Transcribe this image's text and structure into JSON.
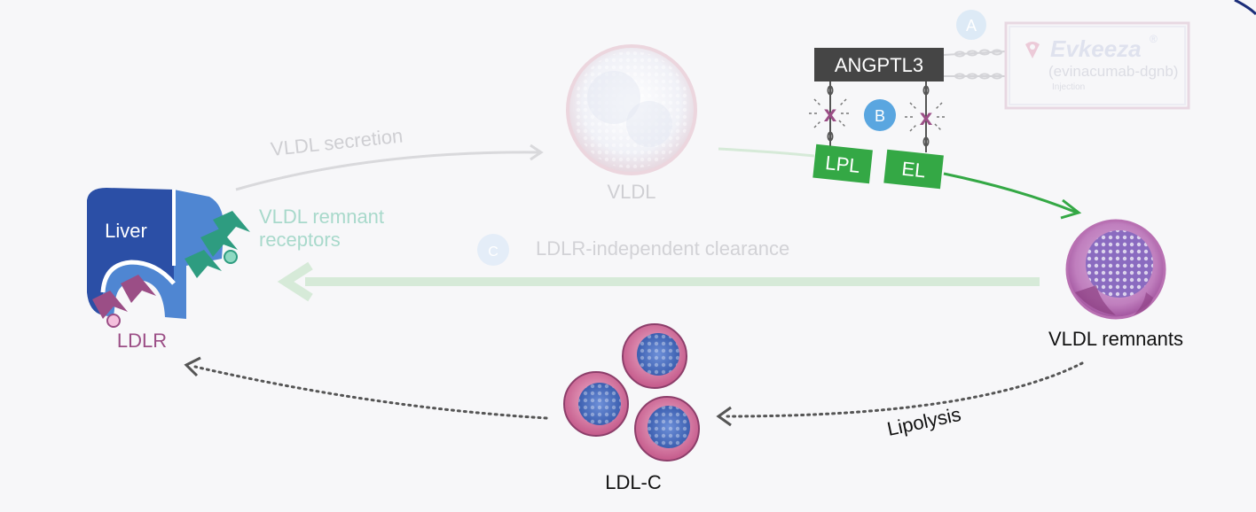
{
  "labels": {
    "liver": "Liver",
    "ldlr": "LDLR",
    "vldl_remnant_receptors_line1": "VLDL remnant",
    "vldl_remnant_receptors_line2": "receptors",
    "vldl_secretion": "VLDL secretion",
    "vldl": "VLDL",
    "angptl3": "ANGPTL3",
    "lpl": "LPL",
    "el": "EL",
    "ldlr_independent_clearance": "LDLR-independent clearance",
    "vldl_remnants": "VLDL remnants",
    "lipolysis": "Lipolysis",
    "ldl_c": "LDL-C",
    "badge_a": "A",
    "badge_b": "B",
    "badge_c": "C",
    "inhibit_mark": "x"
  },
  "drug_logo": {
    "brand": "Evkeeza",
    "registered": "®",
    "generic": "(evinacumab-dgnb)",
    "form": "Injection"
  },
  "colors": {
    "background": "#f7f7f9",
    "liver_dark": "#2b4fa6",
    "liver_light": "#4f86d2",
    "teal_receptor": "#2e9c80",
    "ldlr_magenta": "#9b4e86",
    "enzyme_green": "#34a845",
    "angptl3_box": "#454545",
    "badge_blue": "#5aa6e0",
    "faded_text": "#c8c8cc",
    "dotted_arrow": "#555555"
  }
}
